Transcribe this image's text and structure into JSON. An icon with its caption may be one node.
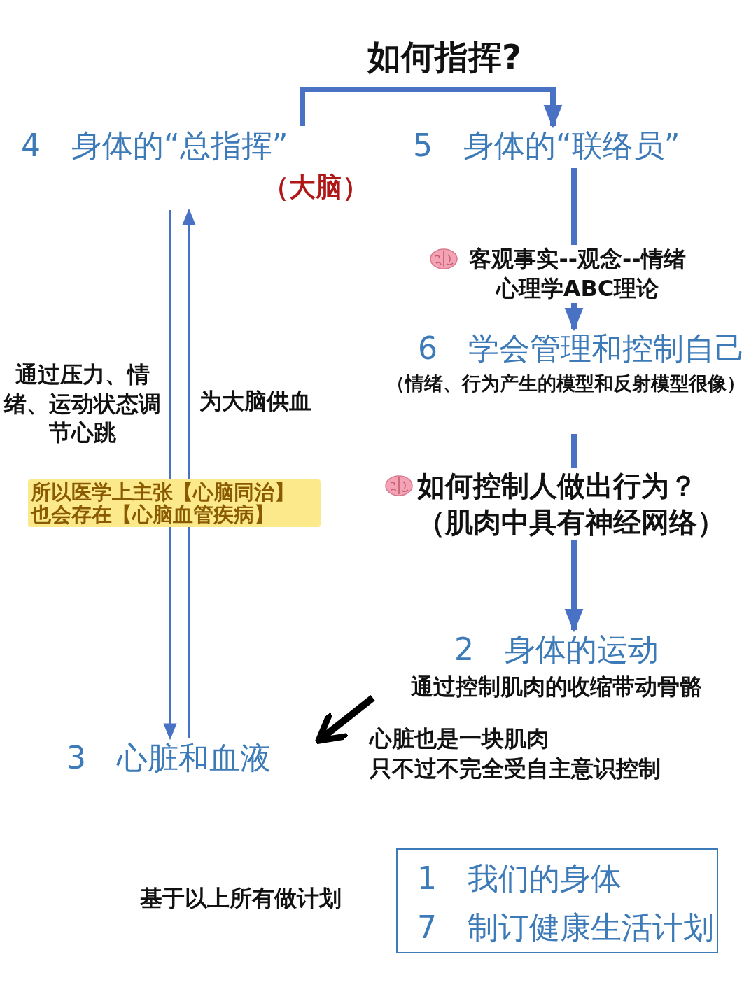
{
  "diagram": {
    "nodes": [
      {
        "text": [
          "4　身体的“总指挥”"
        ],
        "beside": [
          "（大脑）"
        ]
      },
      {
        "text": [
          "5　身体的“联络员”"
        ]
      },
      {
        "text": [
          "6　学会管理和控制自己"
        ],
        "beside": [
          "（情绪、行为产生的模型和反射模型很像）"
        ]
      },
      {
        "text": [
          "2　身体的运动"
        ],
        "beside": [
          "通过控制肌肉的收缩带动骨骼"
        ]
      },
      {
        "text": [
          "3　心脏和血液"
        ]
      },
      {
        "text": [
          "1　我们的身体",
          "7　制订健康生活计划"
        ]
      }
    ],
    "edges": [
      {
        "from": 0,
        "to": 1,
        "arrow": "to",
        "label": "如何指挥?"
      },
      {
        "from": 1,
        "to": 2,
        "arrow": "to",
        "label": "客观事实--观念--情绪心理学ABC理论"
      },
      {
        "from": 2,
        "to": 3,
        "arrow": "to",
        "label": "如何控制人做出行为？（肌肉中具有神经网络）"
      },
      {
        "from": 0,
        "to": 4,
        "arrow": "to",
        "label": "通过压力、情绪、运动状态调节心跳"
      },
      {
        "from": 4,
        "to": 0,
        "arrow": "to",
        "label": "为大脑供血"
      },
      {
        "from": 3,
        "to": 4,
        "arrow": "to",
        "label": "心脏也是一块肌肉",
        "color": "#000000"
      }
    ],
    "labels": [
      "所以医学上主张【心脑同治】也会存在【心脑血管疾病】",
      "只不过不完全受自主意识控制",
      "基于以上所有做计划"
    ]
  }
}
